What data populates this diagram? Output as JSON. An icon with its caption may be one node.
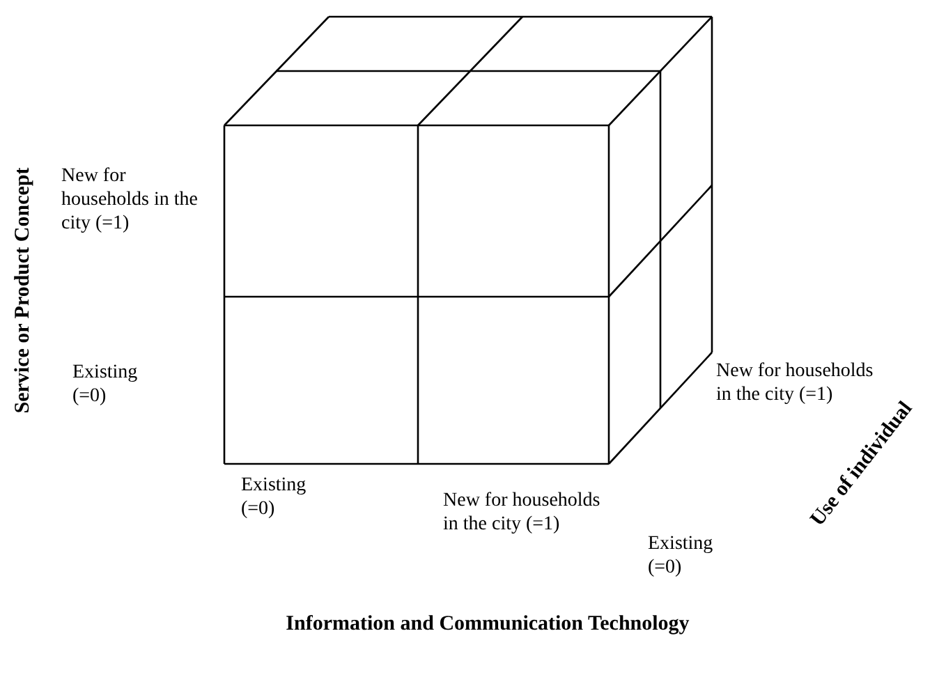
{
  "diagram": {
    "labels": [
      "Service or Product Concept",
      "New for households in the city (=1)",
      "Existing (=0)",
      "New for households in the city (=1)",
      "Existing (=0)",
      "Existing (=0)",
      "New for households in the city (=1)",
      "Use of individual",
      "Information and Communication Technology"
    ]
  }
}
